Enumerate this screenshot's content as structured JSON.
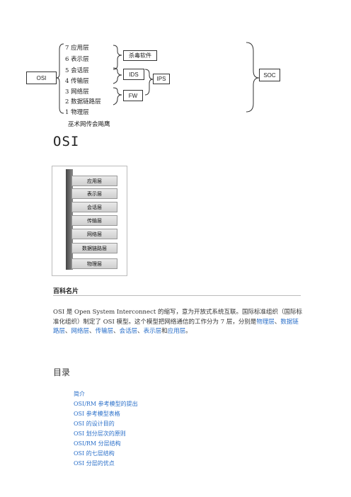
{
  "diagram": {
    "osi_label": "OSI",
    "layers": [
      "7 应用层",
      "6 表示层",
      "5 会话层",
      "4 传输层",
      "3 网络层",
      "2 数据链路层",
      "1 物理层"
    ],
    "motto": "巫术网传会飚鹰",
    "antivirus_label": "杀毒软件",
    "ids_label": "IDS",
    "ips_label": "IPS",
    "fw_label": "FW",
    "soc_label": "SOC"
  },
  "doc": {
    "heading": "OSI",
    "stack_layers": [
      "应用层",
      "表示层",
      "会话层",
      "传输层",
      "网络层",
      "数据链路层",
      "物理层"
    ],
    "caption": "百科名片",
    "para_text_1": "OSI 是 Open System Interconnect 的缩写，意为开放式系统互联。国际标准组织（国际标准化组织）制定了 OSI 模型。这个模型把网络通信的工作分为 7 层，分别是",
    "links": [
      "物理层",
      "数据链路层",
      "网络层",
      "传输层",
      "会话层",
      "表示层",
      "应用层"
    ],
    "sep_comma": "、",
    "sep_and": "和",
    "period": "。",
    "toc_title": "目录",
    "toc_items": [
      "简介",
      "OSI/RM 参考模型的提出",
      "OSI  参考模型表格",
      "OSI 的设计目的",
      "OSI 划分层次的原则",
      "OSI/RM 分层结构",
      "OSI 的七层结构",
      "OSI 分层的优点"
    ]
  },
  "colors": {
    "link": "#2a6fc9"
  }
}
